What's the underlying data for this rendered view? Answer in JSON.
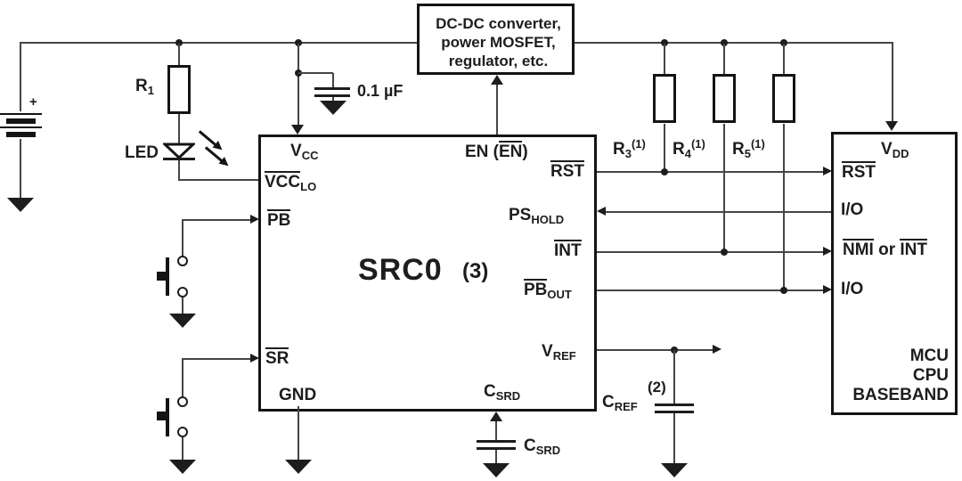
{
  "colors": {
    "wire": "#454545",
    "ink": "#1d1d1d"
  },
  "top_box": {
    "line1": "DC-DC converter,",
    "line2": "power MOSFET,",
    "line3": "regulator, etc."
  },
  "battery": {
    "plus": "+"
  },
  "r1": {
    "name": "R",
    "sub": "1"
  },
  "led": {
    "label": "LED"
  },
  "cap01": {
    "label": "0.1 µF"
  },
  "r3": {
    "name": "R",
    "sub": "3",
    "sup": "(1)"
  },
  "r4": {
    "name": "R",
    "sub": "4",
    "sup": "(1)"
  },
  "r5": {
    "name": "R",
    "sub": "5",
    "sup": "(1)"
  },
  "src0": {
    "title": "SRC0",
    "note": "(3)",
    "pin_vcc": {
      "main": "V",
      "sub": "CC"
    },
    "pin_vcclo": {
      "ov": "VCC",
      "sub": "LO"
    },
    "pin_pb": {
      "ov": "PB"
    },
    "pin_sr": {
      "ov": "SR"
    },
    "pin_gnd": {
      "label": "GND"
    },
    "pin_en": {
      "pre": "EN (",
      "ov": "EN",
      "post": ")"
    },
    "pin_rst": {
      "ov": "RST"
    },
    "pin_pshold": {
      "main": "PS",
      "sub": "HOLD"
    },
    "pin_int": {
      "ov": "INT"
    },
    "pin_pbout": {
      "ov": "PB",
      "sub": "OUT"
    },
    "pin_vref": {
      "main": "V",
      "sub": "REF"
    },
    "pin_csrd": {
      "main": "C",
      "sub": "SRD"
    }
  },
  "csrd_ext": {
    "main": "C",
    "sub": "SRD"
  },
  "cref": {
    "main": "C",
    "sub": "REF",
    "note": "(2)"
  },
  "mcu": {
    "pin_vdd": {
      "main": "V",
      "sub": "DD"
    },
    "pin_rst": {
      "ov": "RST"
    },
    "pin_io1": {
      "label": "I/O"
    },
    "pin_nmi": {
      "ov1": "NMI",
      "mid": " or ",
      "ov2": "INT"
    },
    "pin_io2": {
      "label": "I/O"
    },
    "label1": "MCU",
    "label2": "CPU",
    "label3": "BASEBAND"
  }
}
